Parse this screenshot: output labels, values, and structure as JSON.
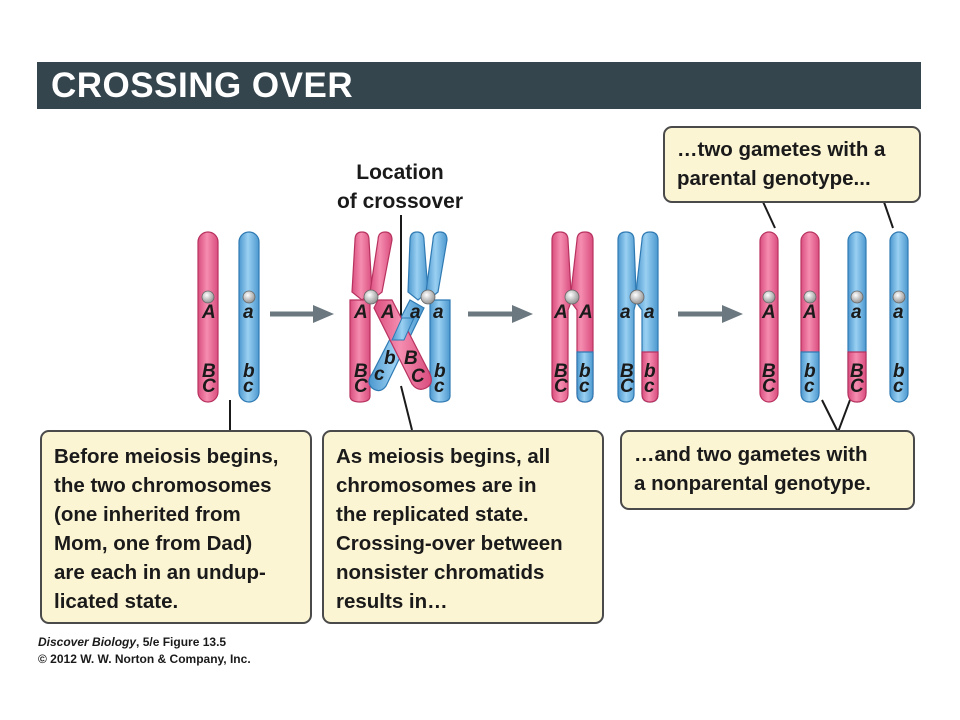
{
  "title": "CROSSING OVER",
  "location_label": [
    "Location",
    "of crossover"
  ],
  "captions": {
    "before_meiosis": [
      "Before meiosis begins,",
      "the two chromosomes",
      "(one inherited from",
      "Mom, one from Dad)",
      "are each in an undup-",
      "licated state."
    ],
    "as_meiosis": [
      "As meiosis begins, all",
      "chromosomes are in",
      "the replicated state.",
      "Crossing-over between",
      "nonsister chromatids",
      "results in…"
    ],
    "parental": [
      "…two gametes with a",
      "parental genotype..."
    ],
    "nonparental": [
      "…and two gametes with",
      "a nonparental genotype."
    ]
  },
  "alleles": {
    "maternal": [
      "A",
      "B",
      "C"
    ],
    "paternal": [
      "a",
      "b",
      "c"
    ]
  },
  "colors": {
    "maternal": "#f07aa0",
    "paternal": "#72b8e6",
    "title_bar": "#34454e",
    "caption_bg": "#fcf5d4",
    "arrow": "#6b7880"
  },
  "footer": {
    "book": "Discover Biology",
    "edition": ", 5/e  Figure 13.5",
    "copyright": "© 2012 W. W. Norton & Company, Inc."
  }
}
